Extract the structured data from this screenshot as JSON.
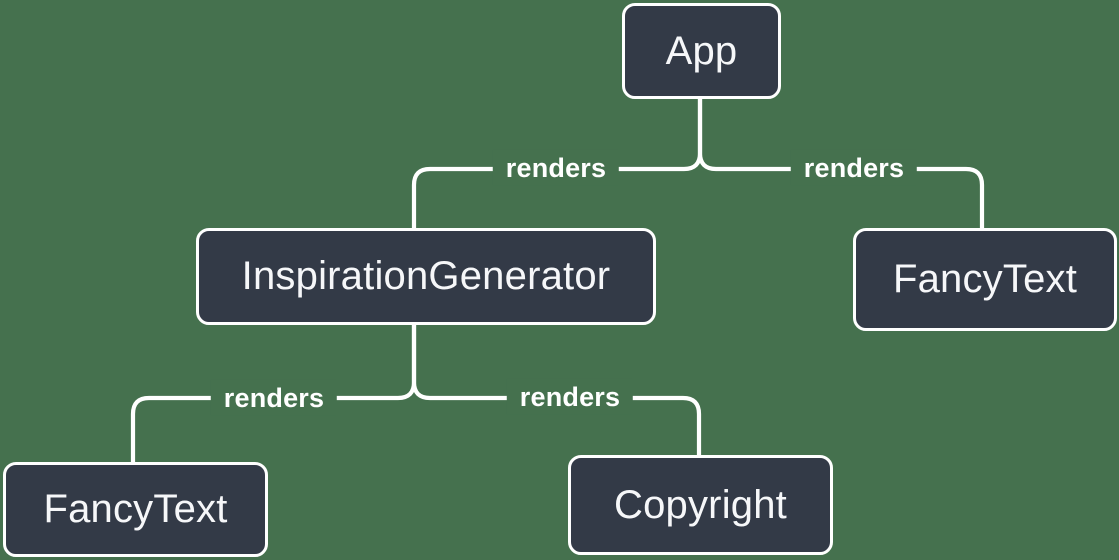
{
  "colors": {
    "background": "#45714e",
    "node_fill": "#333a47",
    "line": "#ffffff",
    "text": "#f6f7f9"
  },
  "diagram": {
    "type": "component-render-tree",
    "nodes": [
      {
        "id": "app",
        "label": "App"
      },
      {
        "id": "inspiration-generator",
        "label": "InspirationGenerator"
      },
      {
        "id": "fancy-text-right",
        "label": "FancyText"
      },
      {
        "id": "fancy-text-left",
        "label": "FancyText"
      },
      {
        "id": "copyright",
        "label": "Copyright"
      }
    ],
    "edges": [
      {
        "from": "app",
        "to": "inspiration-generator",
        "label": "renders"
      },
      {
        "from": "app",
        "to": "fancy-text-right",
        "label": "renders"
      },
      {
        "from": "inspiration-generator",
        "to": "fancy-text-left",
        "label": "renders"
      },
      {
        "from": "inspiration-generator",
        "to": "copyright",
        "label": "renders"
      }
    ]
  }
}
